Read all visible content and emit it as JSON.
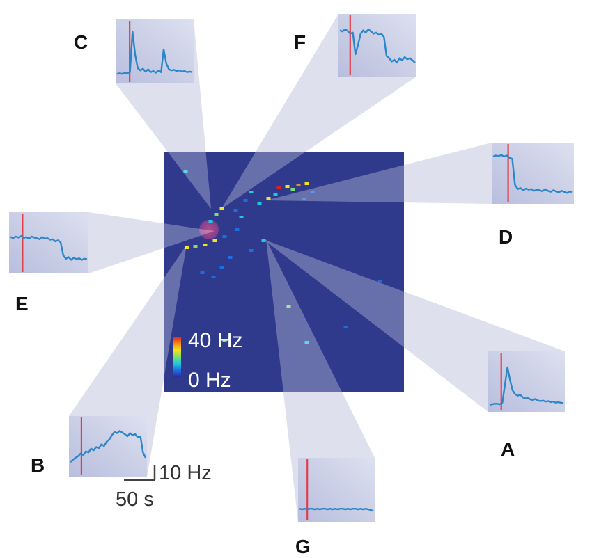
{
  "colorbar": {
    "max_label": "40 Hz",
    "min_label": "0 Hz",
    "stops": [
      "#2a2aa8",
      "#1c6fe0",
      "#22c7e0",
      "#7ee06a",
      "#f4e41c",
      "#f58a1a",
      "#e02020"
    ]
  },
  "scale_bar": {
    "y_label": "10 Hz",
    "x_label": "50 s"
  },
  "panels": [
    {
      "id": "A",
      "label": "A",
      "trace": [
        0.08,
        0.09,
        0.1,
        0.1,
        0.09,
        0.12,
        0.45,
        0.78,
        0.55,
        0.35,
        0.28,
        0.25,
        0.27,
        0.22,
        0.2,
        0.21,
        0.18,
        0.17,
        0.19,
        0.16,
        0.15,
        0.16,
        0.14,
        0.15,
        0.13,
        0.14,
        0.12,
        0.13,
        0.12,
        0.11
      ]
    },
    {
      "id": "B",
      "label": "B",
      "trace": [
        0.22,
        0.26,
        0.3,
        0.33,
        0.38,
        0.35,
        0.42,
        0.4,
        0.47,
        0.44,
        0.5,
        0.48,
        0.55,
        0.52,
        0.6,
        0.64,
        0.72,
        0.78,
        0.76,
        0.8,
        0.77,
        0.74,
        0.7,
        0.76,
        0.72,
        0.74,
        0.68,
        0.7,
        0.4,
        0.3
      ]
    },
    {
      "id": "C",
      "label": "C",
      "trace": [
        0.12,
        0.13,
        0.12,
        0.14,
        0.13,
        0.15,
        0.86,
        0.45,
        0.22,
        0.18,
        0.21,
        0.16,
        0.2,
        0.15,
        0.17,
        0.14,
        0.18,
        0.15,
        0.55,
        0.3,
        0.2,
        0.18,
        0.19,
        0.17,
        0.18,
        0.16,
        0.17,
        0.15,
        0.16,
        0.15
      ]
    },
    {
      "id": "D",
      "label": "D",
      "trace": [
        0.82,
        0.84,
        0.83,
        0.85,
        0.82,
        0.84,
        0.8,
        0.78,
        0.3,
        0.22,
        0.24,
        0.2,
        0.23,
        0.21,
        0.22,
        0.19,
        0.21,
        0.2,
        0.18,
        0.22,
        0.19,
        0.17,
        0.2,
        0.18,
        0.16,
        0.19,
        0.17,
        0.15,
        0.18,
        0.16
      ]
    },
    {
      "id": "E",
      "label": "E",
      "trace": [
        0.62,
        0.6,
        0.63,
        0.61,
        0.64,
        0.6,
        0.62,
        0.59,
        0.63,
        0.61,
        0.6,
        0.58,
        0.62,
        0.59,
        0.6,
        0.57,
        0.58,
        0.54,
        0.56,
        0.52,
        0.28,
        0.22,
        0.25,
        0.2,
        0.24,
        0.21,
        0.23,
        0.2,
        0.22,
        0.21
      ]
    },
    {
      "id": "F",
      "label": "F",
      "trace": [
        0.78,
        0.76,
        0.8,
        0.77,
        0.72,
        0.74,
        0.35,
        0.52,
        0.72,
        0.78,
        0.74,
        0.8,
        0.76,
        0.72,
        0.74,
        0.7,
        0.72,
        0.66,
        0.32,
        0.28,
        0.22,
        0.25,
        0.2,
        0.28,
        0.24,
        0.3,
        0.26,
        0.28,
        0.24,
        0.2
      ]
    },
    {
      "id": "G",
      "label": "G",
      "trace": [
        0.18,
        0.17,
        0.18,
        0.17,
        0.18,
        0.18,
        0.17,
        0.18,
        0.17,
        0.18,
        0.18,
        0.17,
        0.18,
        0.17,
        0.18,
        0.17,
        0.18,
        0.18,
        0.17,
        0.18,
        0.17,
        0.18,
        0.18,
        0.17,
        0.18,
        0.17,
        0.18,
        0.17,
        0.16,
        0.14
      ]
    }
  ]
}
